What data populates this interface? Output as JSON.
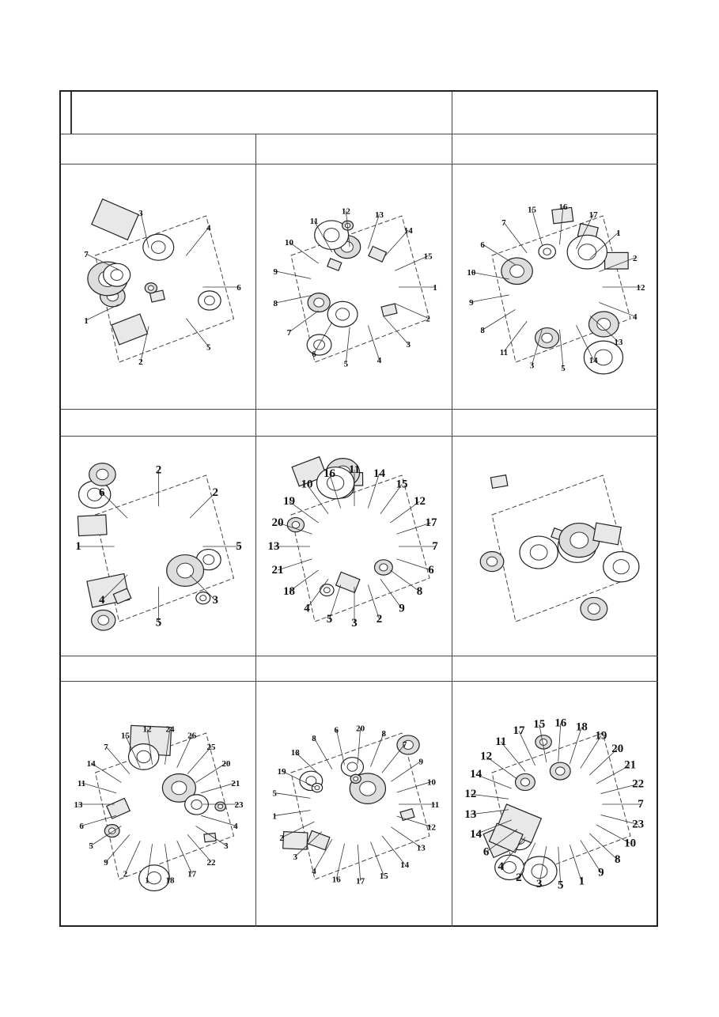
{
  "diagrams": [
    {
      "id": "cylinder-head",
      "callouts": [
        "6",
        "5",
        "2",
        "1",
        "7",
        "3",
        "4"
      ]
    },
    {
      "id": "crankshaft-piston",
      "callouts": [
        "1",
        "2",
        "3",
        "4",
        "5",
        "6",
        "7",
        "8",
        "9",
        "10",
        "11",
        "12",
        "13",
        "14",
        "15"
      ]
    },
    {
      "id": "magneto-wiring",
      "callouts": [
        "12",
        "4",
        "13",
        "14",
        "5",
        "3",
        "11",
        "8",
        "9",
        "10",
        "6",
        "7",
        "15",
        "16",
        "17",
        "1",
        "2"
      ]
    },
    {
      "id": "oil-pump",
      "callouts": [
        "5",
        "3",
        "5",
        "4",
        "1",
        "6",
        "2",
        "2"
      ]
    },
    {
      "id": "air-filter",
      "callouts": [
        "7",
        "6",
        "8",
        "9",
        "2",
        "3",
        "5",
        "4",
        "18",
        "21",
        "13",
        "20",
        "19",
        "10",
        "16",
        "11",
        "14",
        "15",
        "12",
        "17"
      ]
    },
    {
      "id": "carburetor",
      "callouts": []
    },
    {
      "id": "crankcase",
      "callouts": [
        "23",
        "4",
        "3",
        "22",
        "17",
        "18",
        "1",
        "2",
        "9",
        "5",
        "6",
        "13",
        "11",
        "14",
        "7",
        "15",
        "12",
        "24",
        "26",
        "25",
        "20",
        "21"
      ]
    },
    {
      "id": "kick-starter",
      "callouts": [
        "11",
        "12",
        "13",
        "14",
        "15",
        "17",
        "16",
        "4",
        "3",
        "2",
        "1",
        "5",
        "19",
        "18",
        "8",
        "6",
        "20",
        "8",
        "7",
        "9",
        "10"
      ]
    },
    {
      "id": "transmission",
      "callouts": [
        "7",
        "23",
        "10",
        "8",
        "9",
        "1",
        "5",
        "3",
        "2",
        "4",
        "6",
        "14",
        "13",
        "12",
        "14",
        "12",
        "11",
        "17",
        "15",
        "16",
        "18",
        "19",
        "20",
        "21",
        "22"
      ]
    }
  ]
}
